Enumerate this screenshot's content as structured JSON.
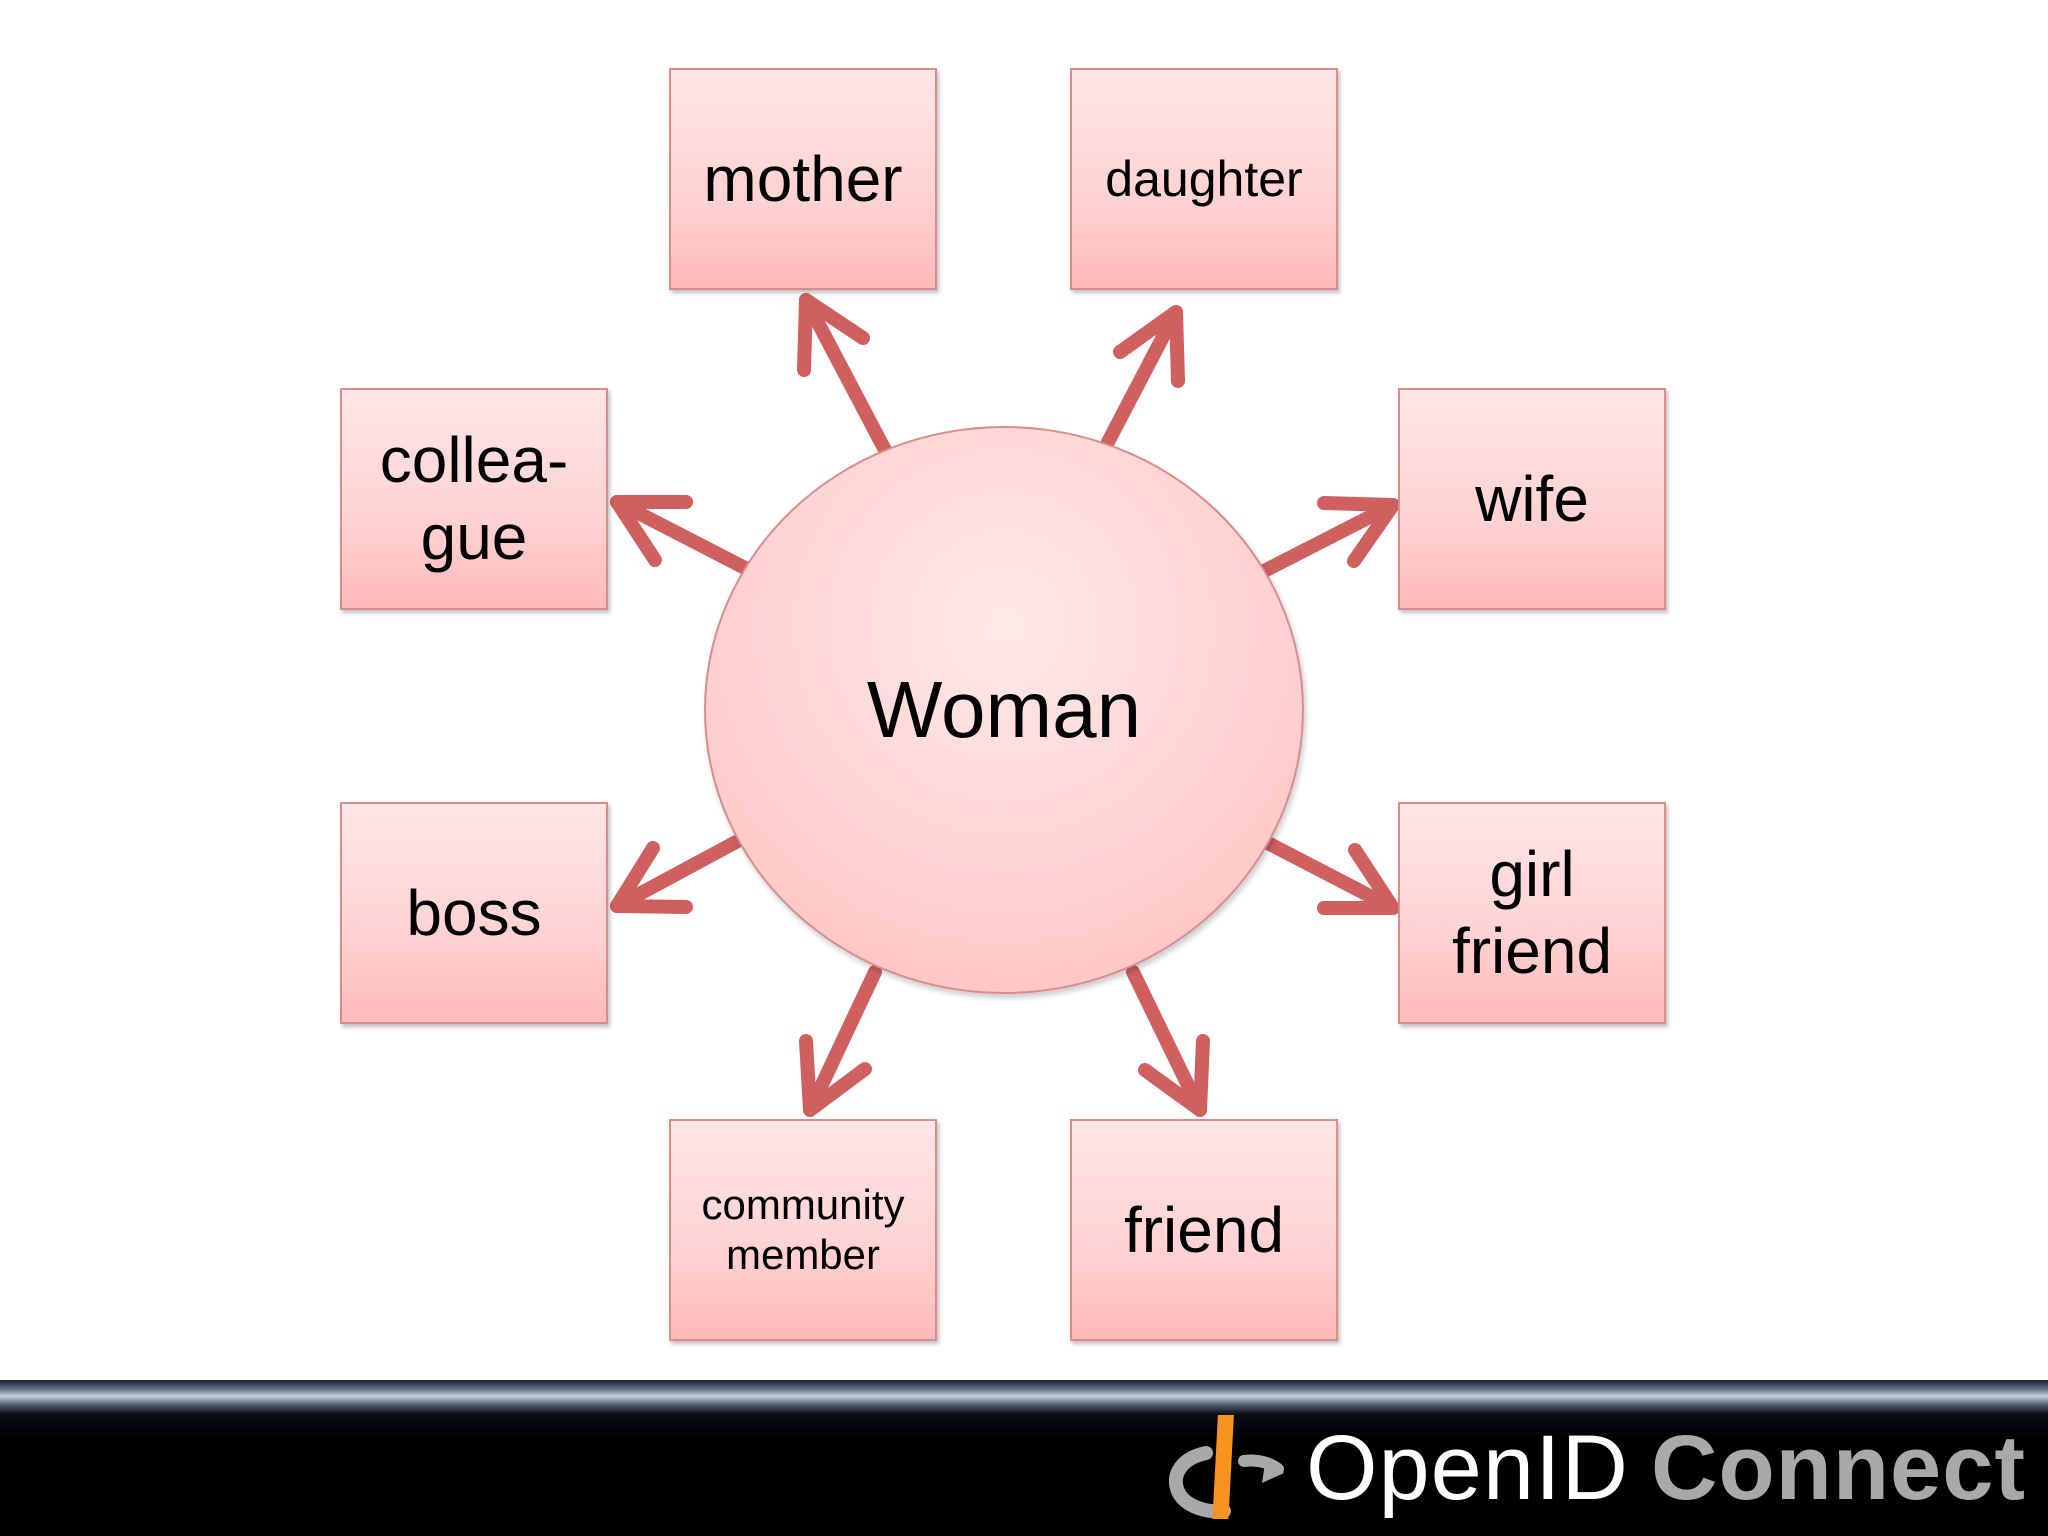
{
  "diagram": {
    "center": {
      "label": "Woman"
    },
    "nodes": [
      {
        "id": "mother",
        "label": "mother"
      },
      {
        "id": "daughter",
        "label": "daughter"
      },
      {
        "id": "colleague",
        "label": "collea-\ngue"
      },
      {
        "id": "wife",
        "label": "wife"
      },
      {
        "id": "boss",
        "label": "boss"
      },
      {
        "id": "girl-friend",
        "label": "girl\nfriend"
      },
      {
        "id": "community-member",
        "label": "community\nmember"
      },
      {
        "id": "friend",
        "label": "friend"
      }
    ],
    "arrow_color": "#d06060",
    "box_border_color": "#d98c8c"
  },
  "footer": {
    "logo": {
      "word1": "OpenID",
      "word2": "Connect",
      "accent_color": "#f7931e",
      "icon": "openid-logo-icon"
    }
  }
}
